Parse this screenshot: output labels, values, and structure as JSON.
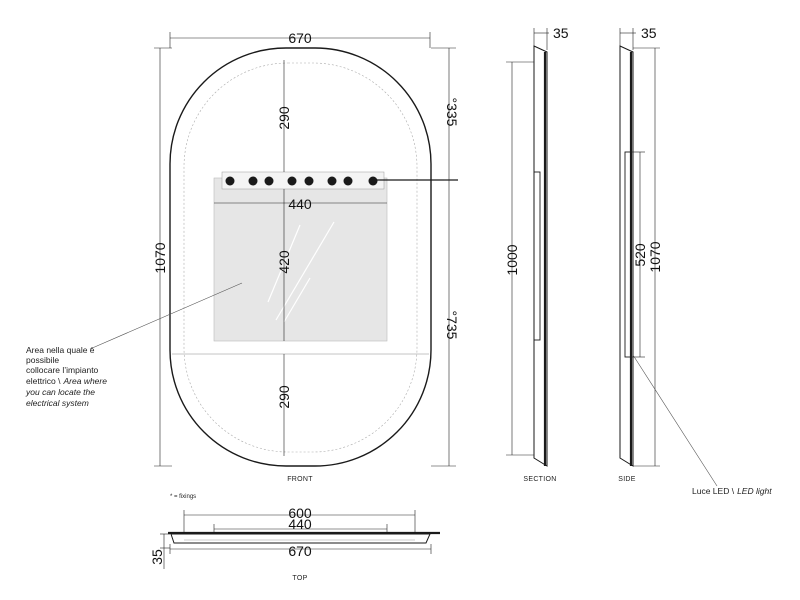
{
  "views": {
    "front": {
      "caption": "FRONT",
      "width": "670",
      "height": "1070",
      "top_to_fixing": "°335",
      "fixing_to_bottom": "°735",
      "upper_gap": "290",
      "lower_gap": "290",
      "area_width": "440",
      "area_height": "420"
    },
    "section": {
      "caption": "SECTION",
      "depth": "35",
      "height": "1000"
    },
    "side": {
      "caption": "SIDE",
      "depth": "35",
      "led_height": "520",
      "height": "1070"
    },
    "top": {
      "caption": "TOP",
      "outer_width": "600",
      "inner_width": "440",
      "total_width": "670",
      "depth": "35"
    }
  },
  "legend": {
    "fixings": "* = fixings"
  },
  "notes": {
    "electrical_area": {
      "it_line1": "Area nella quale è",
      "it_line2": "possibile",
      "it_line3": "collocare l’impianto",
      "it_line4": "elettrico \\",
      "en_line4": "Area where",
      "en_line5": "you can locate the",
      "en_line6": "electrical system"
    },
    "led_light": {
      "it": "Luce LED \\",
      "en": "LED light"
    }
  }
}
